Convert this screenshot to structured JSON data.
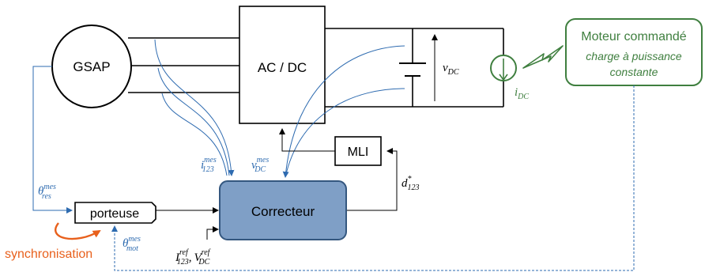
{
  "blocks": {
    "gsap": "GSAP",
    "converter": "AC / DC",
    "mli": "MLI",
    "correcteur": "Correcteur",
    "porteuse": "porteuse"
  },
  "load": {
    "title": "Moteur commandé",
    "subtitle_line1": "charge à puissance",
    "subtitle_line2": "constante"
  },
  "signals": {
    "i_mes_base": "i",
    "i_mes_sup": "mes",
    "i_mes_sub": "123",
    "v_mes_base": "v",
    "v_mes_sup": "mes",
    "v_mes_sub": "DC",
    "theta_res_base": "θ",
    "theta_res_sup": "mes",
    "theta_res_sub": "res",
    "theta_mot_base": "θ",
    "theta_mot_sup": "mes",
    "theta_mot_sub": "mot",
    "d_base": "d",
    "d_sup": "*",
    "d_sub": "123",
    "vdc_base": "v",
    "vdc_sub": "DC",
    "idc_base": "i",
    "idc_sub": "DC",
    "ref_i_base": "I",
    "ref_i_sup": "ref",
    "ref_i_sub": "123",
    "ref_sep": ",",
    "ref_v_base": "V",
    "ref_v_sup": "ref",
    "ref_v_sub": "DC"
  },
  "annotations": {
    "synchronisation": "synchronisation"
  },
  "colors": {
    "black": "#000000",
    "blue_signal": "#2e6bb0",
    "green_load": "#3f7f3f",
    "orange_sync": "#e8601c",
    "correcteur_fill": "#7f9fc6",
    "correcteur_stroke": "#34577f"
  }
}
